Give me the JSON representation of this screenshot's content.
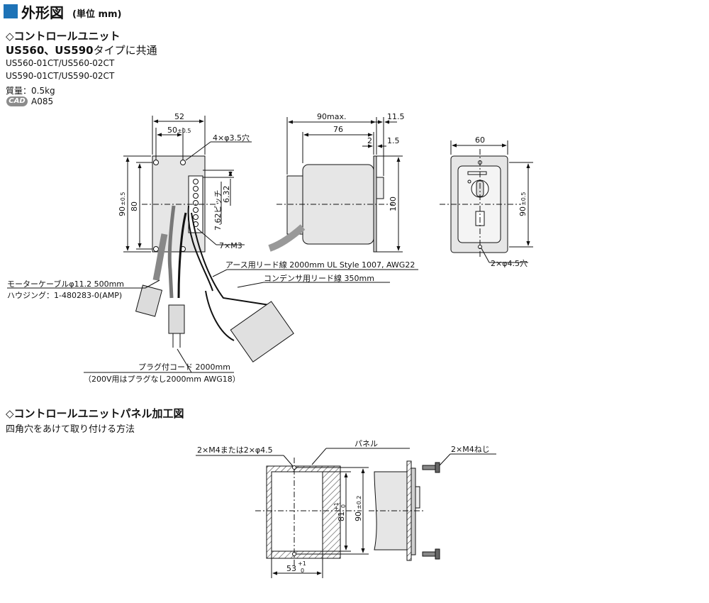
{
  "header": {
    "title": "外形図",
    "unit": "(単位 mm)"
  },
  "section1": {
    "title": "◇コントロールユニット",
    "models_bold": "US560、US590",
    "models_suffix": "タイプに共通",
    "model_line1": "US560-01CT/US560-02CT",
    "model_line2": "US590-01CT/US590-02CT",
    "mass": "質量：0.5kg",
    "cad_badge": "CAD",
    "cad_code": "A085"
  },
  "dims_front": {
    "w52": "52",
    "w50": "50",
    "w50_tol": "±0.5",
    "holes": "4×φ3.5穴",
    "h90": "90",
    "h90_tol": "±0.5",
    "h80": "80",
    "p632": "6.32",
    "pitch": "7.62ピッチ",
    "m3": "7×M3"
  },
  "dims_side": {
    "d90max": "90max.",
    "d76": "76",
    "d2": "2",
    "d115": "11.5",
    "d15": "1.5",
    "h100": "100"
  },
  "dims_back": {
    "w60": "60",
    "h90": "90",
    "h90_tol": "±0.5",
    "holes": "2×φ4.5穴"
  },
  "notes": {
    "earth": "アース用リード線 2000mm  UL Style 1007, AWG22",
    "condenser": "コンデンサ用リード線 350mm",
    "motor_cable": "モーターケーブルφ11.2  500mm",
    "housing": "ハウジング：1-480283-0(AMP)",
    "plug_cord": "プラグ付コード 2000mm",
    "plug_note": "（200V用はプラグなし2000mm AWG18）"
  },
  "section2": {
    "title": "◇コントロールユニットパネル加工図",
    "subtitle": "四角穴をあけて取り付ける方法",
    "m4_or": "2×M4または2×φ4.5",
    "panel": "パネル",
    "m4_screw": "2×M4ねじ",
    "w53": "53",
    "w53_tol_up": "+1",
    "w53_tol_dn": "0",
    "h81": "81",
    "h81_tol_up": "+1",
    "h81_tol_dn": "0",
    "h90": "90",
    "h90_tol": "±0.2"
  }
}
